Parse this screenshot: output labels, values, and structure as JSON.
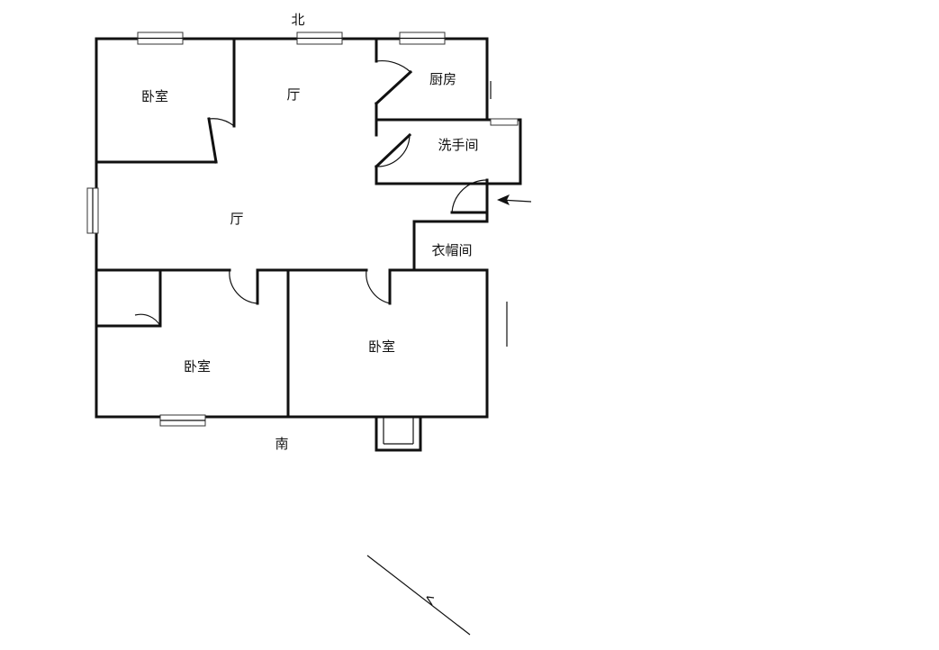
{
  "compass": {
    "north": "北",
    "south": "南"
  },
  "rooms": {
    "bedroom_nw": "卧室",
    "living_north": "厅",
    "kitchen": "厨房",
    "washroom": "洗手间",
    "living_main": "厅",
    "cloakroom": "衣帽间",
    "bedroom_sw": "卧室",
    "bedroom_se": "卧室"
  },
  "entrance_marker": "entrance-arrow-icon",
  "colors": {
    "wall": "#111111",
    "background": "#ffffff"
  }
}
